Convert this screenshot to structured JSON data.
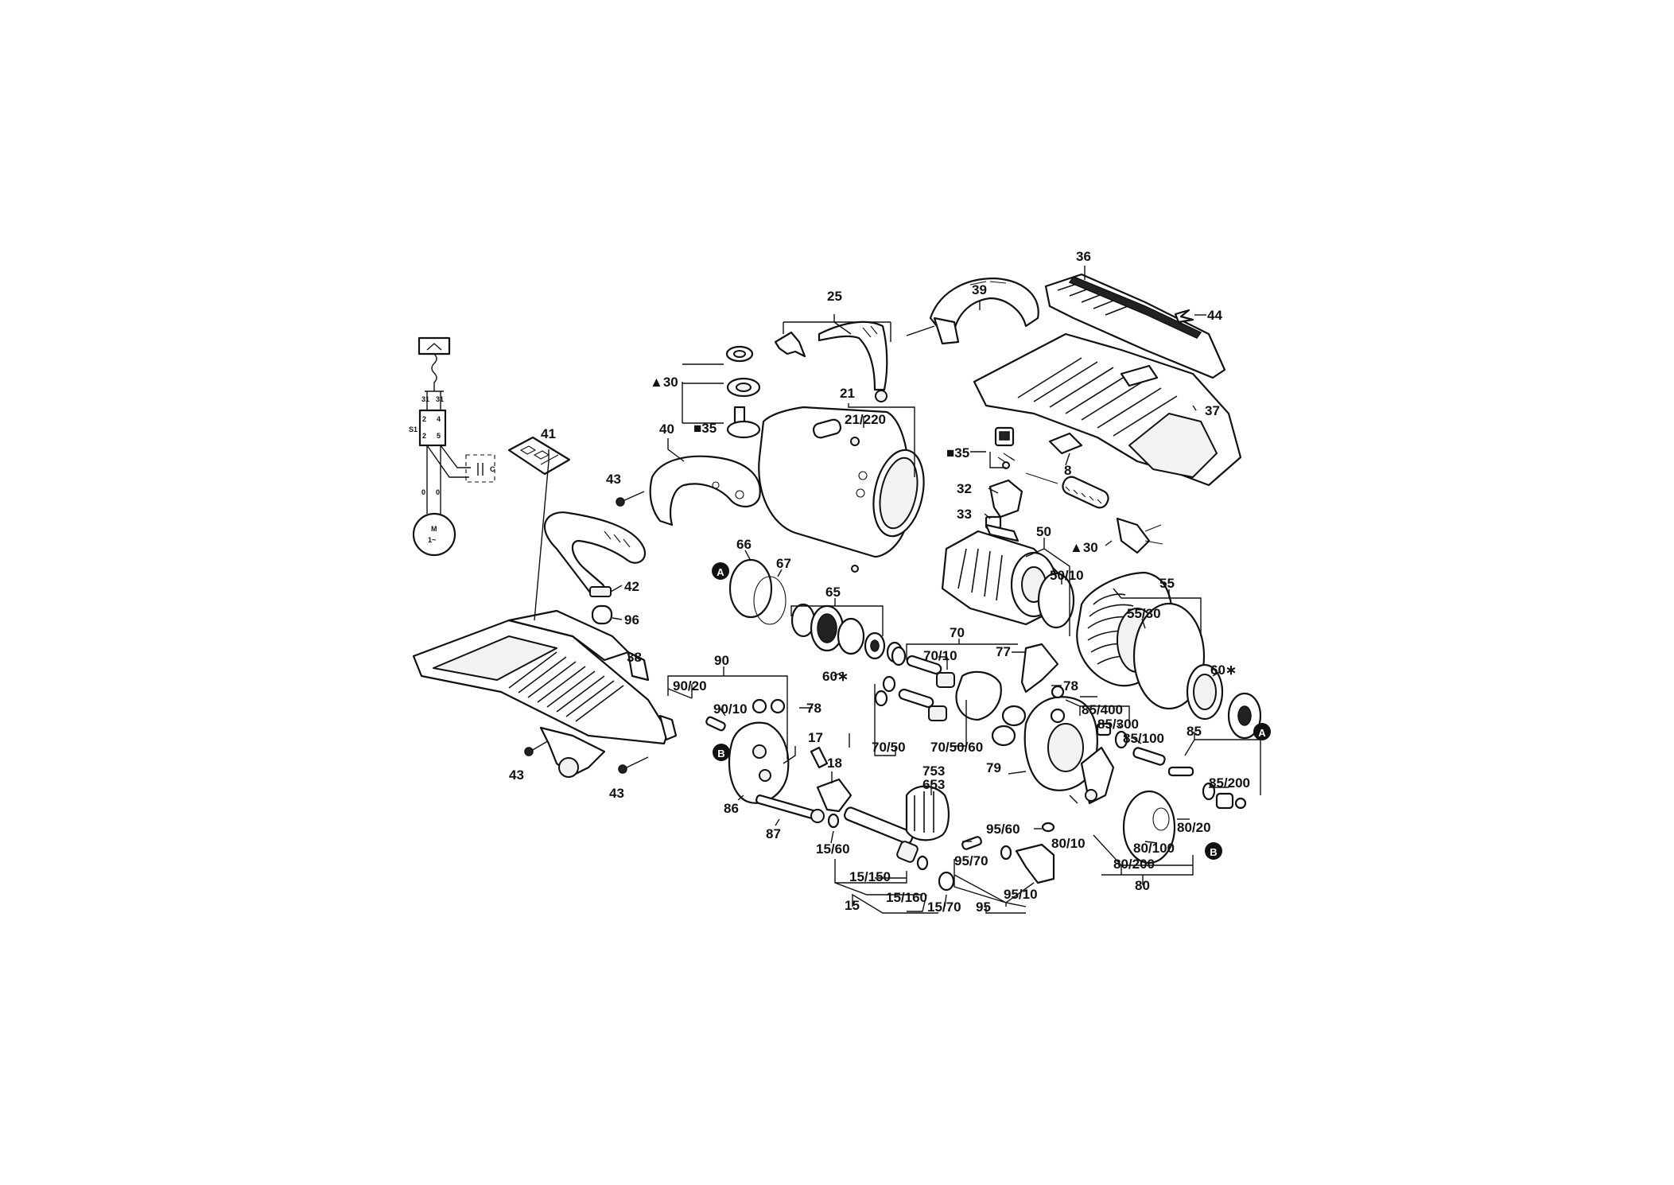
{
  "diagram": {
    "circuit": {
      "switch_label": "S1",
      "terminals": [
        "2",
        "4",
        "2",
        "5"
      ],
      "top_terminals": [
        "31",
        "31"
      ],
      "wire_codes": [
        "0",
        "0"
      ],
      "capacitor_label": "C",
      "motor_label": "M",
      "motor_phase": "1~"
    },
    "labels": {
      "l25": "25",
      "l39": "39",
      "l36": "36",
      "l44": "44",
      "l37": "37",
      "l30a": "▲30",
      "l35a": "■35",
      "l21": "21",
      "l21_220": "21/220",
      "l40": "40",
      "l41": "41",
      "l43a": "43",
      "l35b": "■35",
      "l8": "8",
      "l32": "32",
      "l33": "33",
      "l30b": "▲30",
      "l50": "50",
      "l50_10": "50/10",
      "l42": "42",
      "l96": "96",
      "l66": "66",
      "l67": "67",
      "l65": "65",
      "l55": "55",
      "l55_30": "55/30",
      "l60a": "60∗",
      "l60b": "60∗",
      "l70": "70",
      "l70_10": "70/10",
      "l77": "77",
      "l78a": "78",
      "l38": "38",
      "l90": "90",
      "l90_20": "90/20",
      "l90_10": "90/10",
      "l78b": "78",
      "l85_400": "85/400",
      "l85_300": "85/300",
      "l85_100": "85/100",
      "l85": "85",
      "l43b": "43",
      "l43c": "43",
      "l17": "17",
      "l18": "18",
      "l70_50": "70/50",
      "l70_50_60": "70/50/60",
      "l79": "79",
      "l753": "753",
      "l653": "653",
      "l85_200": "85/200",
      "l86": "86",
      "l87": "87",
      "l15_60": "15/60",
      "l95_60": "95/60",
      "l80_20": "80/20",
      "l95_70": "95/70",
      "l80_10": "80/10",
      "l80_100": "80/100",
      "l80_200": "80/200",
      "l15_150": "15/150",
      "l15_160": "15/160",
      "l95_10": "95/10",
      "l80": "80",
      "l15": "15",
      "l15_70": "15/70",
      "l95": "95"
    },
    "markers": {
      "A": "A",
      "B": "B"
    }
  }
}
